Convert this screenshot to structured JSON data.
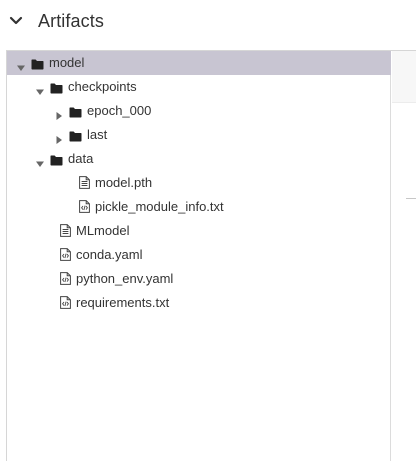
{
  "header": {
    "title": "Artifacts",
    "collapse_icon": "chevron-down-icon"
  },
  "tree": {
    "items": [
      {
        "label": "model",
        "kind": "folder",
        "level": 0,
        "expanded": true,
        "selected": true
      },
      {
        "label": "checkpoints",
        "kind": "folder",
        "level": 1,
        "expanded": true
      },
      {
        "label": "epoch_000",
        "kind": "folder",
        "level": 2,
        "expanded": false
      },
      {
        "label": "last",
        "kind": "folder",
        "level": 2,
        "expanded": false
      },
      {
        "label": "data",
        "kind": "folder",
        "level": 1,
        "expanded": true
      },
      {
        "label": "model.pth",
        "kind": "text-file",
        "level": 2
      },
      {
        "label": "pickle_module_info.txt",
        "kind": "code-file",
        "level": 2
      },
      {
        "label": "MLmodel",
        "kind": "text-file",
        "level": 1
      },
      {
        "label": "conda.yaml",
        "kind": "code-file",
        "level": 1
      },
      {
        "label": "python_env.yaml",
        "kind": "code-file",
        "level": 1
      },
      {
        "label": "requirements.txt",
        "kind": "code-file",
        "level": 1
      }
    ]
  },
  "colors": {
    "selected_row": "#c8c5d2",
    "text": "#333333",
    "border": "#d6d6d6"
  }
}
